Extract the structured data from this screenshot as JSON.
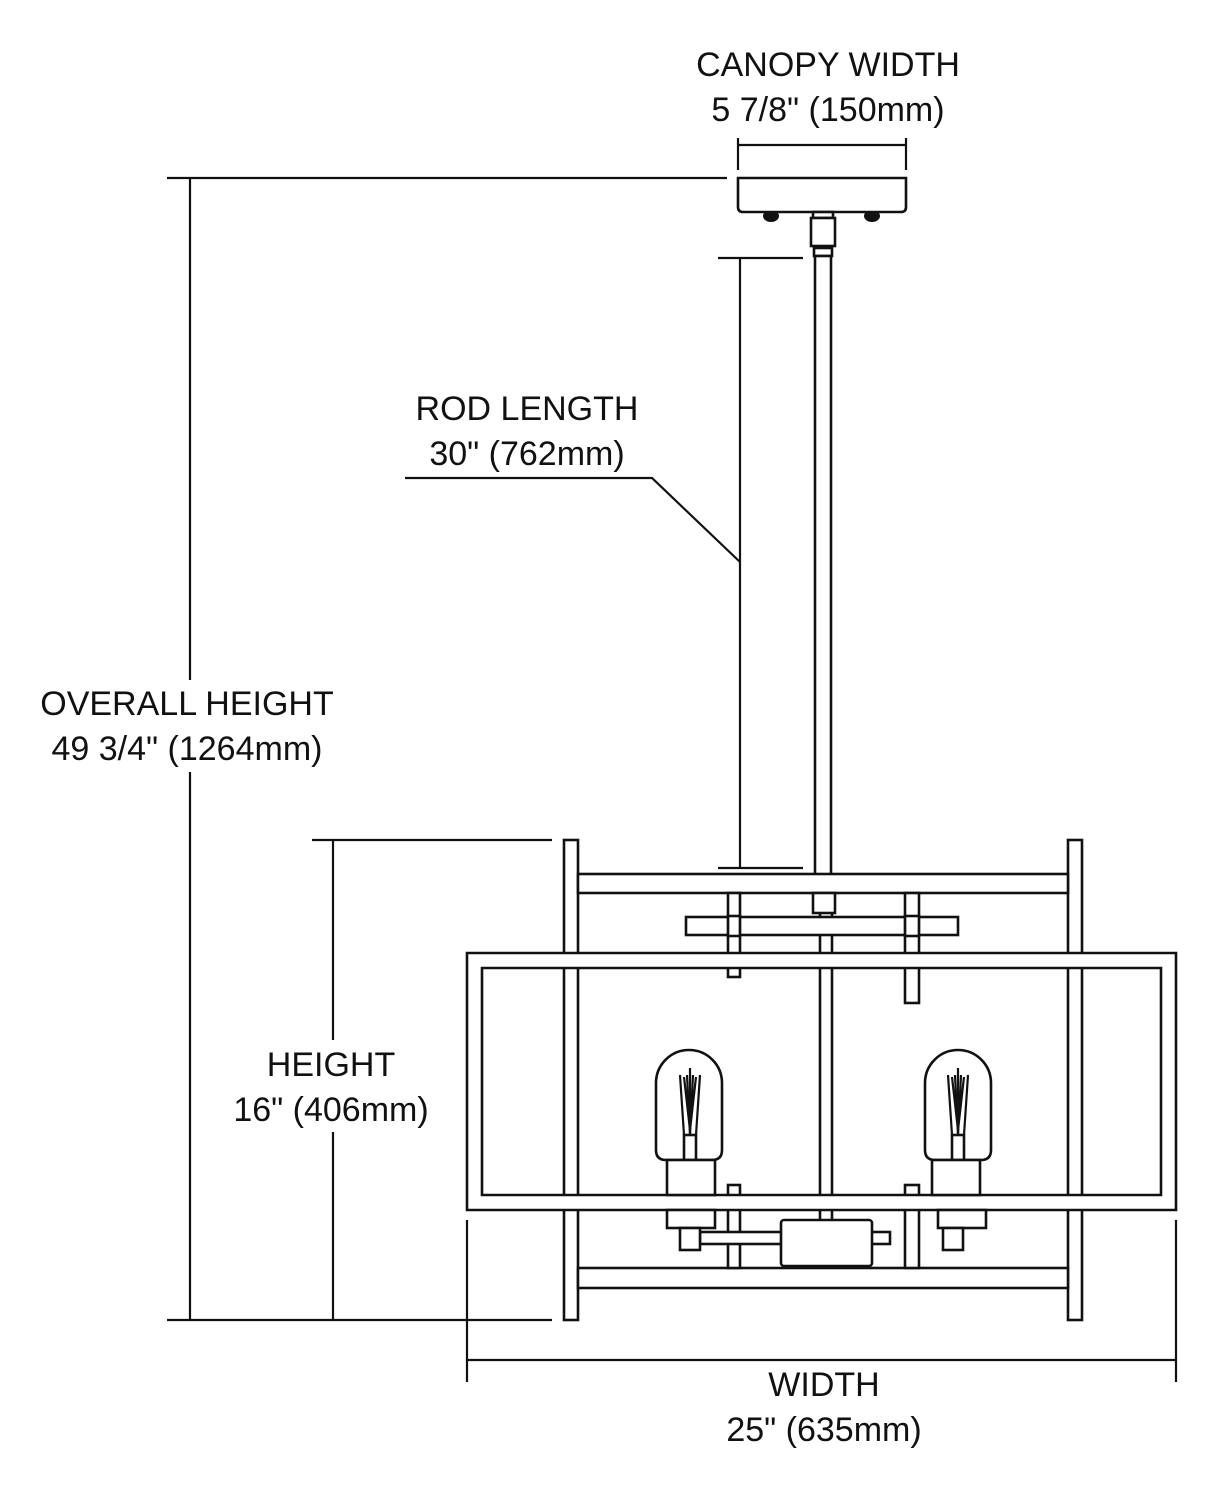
{
  "dimensions": {
    "canopy_width": {
      "label": "CANOPY WIDTH",
      "value": "5 7/8\" (150mm)"
    },
    "rod_length": {
      "label": "ROD LENGTH",
      "value": "30\" (762mm)"
    },
    "overall_height": {
      "label": "OVERALL HEIGHT",
      "value": "49 3/4\" (1264mm)"
    },
    "height": {
      "label": "HEIGHT",
      "value": "16\" (406mm)"
    },
    "width": {
      "label": "WIDTH",
      "value": "25\" (635mm)"
    }
  }
}
